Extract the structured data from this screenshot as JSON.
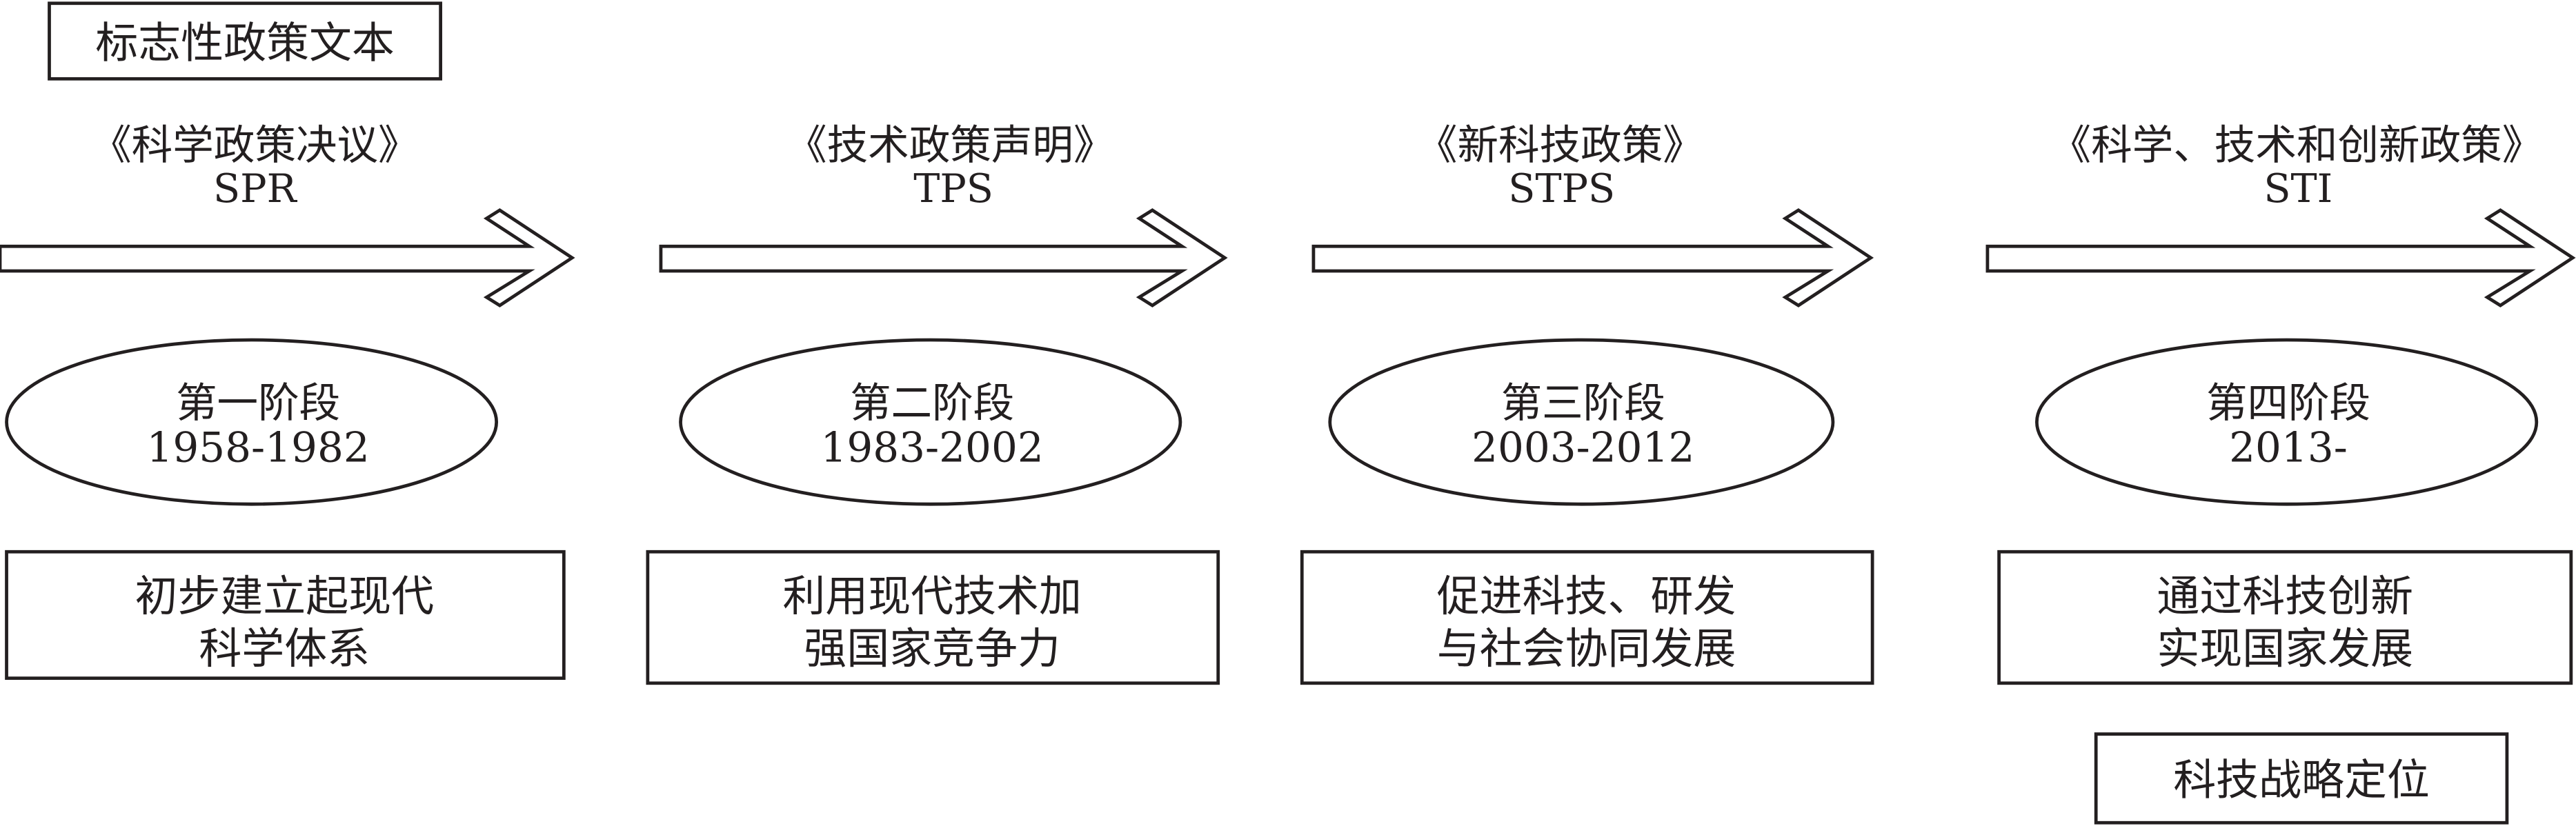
{
  "header": {
    "label": "标志性政策文本"
  },
  "stages": [
    {
      "title": "《科学政策决议》",
      "code": "SPR",
      "phase": "第一阶段",
      "years": "1958-1982",
      "desc": [
        "初步建立起现代",
        "科学体系"
      ]
    },
    {
      "title": "《技术政策声明》",
      "code": "TPS",
      "phase": "第二阶段",
      "years": "1983-2002",
      "desc": [
        "利用现代技术加",
        "强国家竞争力"
      ]
    },
    {
      "title": "《新科技政策》",
      "code": "STPS",
      "phase": "第三阶段",
      "years": "2003-2012",
      "desc": [
        "促进科技、研发",
        "与社会协同发展"
      ]
    },
    {
      "title": "《科学、技术和创新政策》",
      "code": "STI",
      "phase": "第四阶段",
      "years": "2013-",
      "desc": [
        "通过科技创新",
        "实现国家发展"
      ]
    }
  ],
  "strategy": {
    "label": "科技战略定位"
  },
  "colors": {
    "line": "#231f20",
    "background": "#ffffff"
  }
}
